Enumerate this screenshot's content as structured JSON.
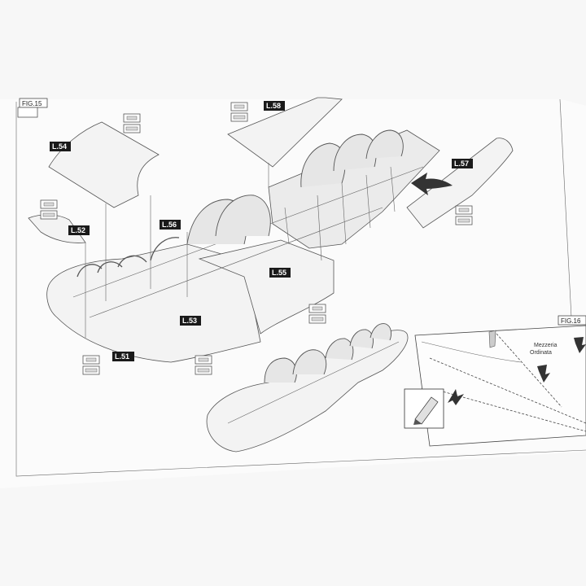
{
  "figures": {
    "fig15": "FIG.15",
    "fig16": "FIG.16"
  },
  "parts": {
    "l51": "L.51",
    "l52": "L.52",
    "l53": "L.53",
    "l54": "L.54",
    "l55": "L.55",
    "l56": "L.56",
    "l57": "L.57",
    "l58": "L.58"
  },
  "notes": {
    "mezzeria_line1": "Mezzeria",
    "mezzeria_line2": "Ordinata"
  },
  "icons": [
    "glue-icon",
    "tube-icon",
    "pencil-icon",
    "arrow-icon"
  ]
}
